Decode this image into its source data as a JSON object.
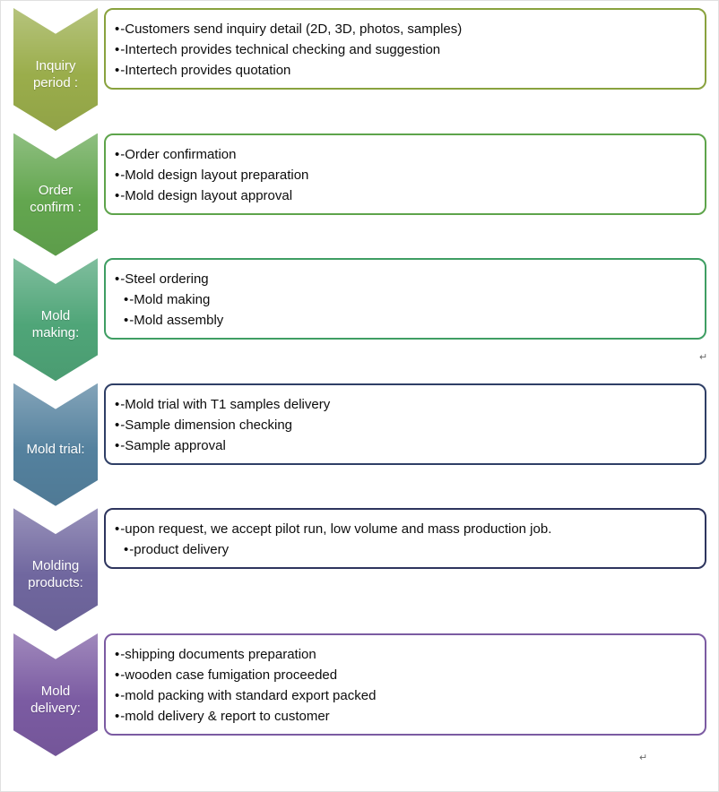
{
  "stages": [
    {
      "label": "Inquiry\nperiod :",
      "chevron_color": "#9aad4b",
      "border_color": "#89a23e",
      "bullets": [
        {
          "indent": 0,
          "text": "-Customers send inquiry detail (2D, 3D, photos, samples)"
        },
        {
          "indent": 0,
          "text": "-Intertech provides technical checking and suggestion"
        },
        {
          "indent": 0,
          "text": "-Intertech provides quotation"
        }
      ]
    },
    {
      "label": "Order\nconfirm :",
      "chevron_color": "#63a64f",
      "border_color": "#5ea44b",
      "bullets": [
        {
          "indent": 0,
          "text": "-Order confirmation"
        },
        {
          "indent": 0,
          "text": "-Mold design layout preparation"
        },
        {
          "indent": 0,
          "text": "-Mold design layout approval"
        }
      ]
    },
    {
      "label": "Mold\nmaking:",
      "chevron_color": "#4fa578",
      "border_color": "#3f9e63",
      "bullets": [
        {
          "indent": 0,
          "text": "-Steel ordering"
        },
        {
          "indent": 1,
          "text": "-Mold making"
        },
        {
          "indent": 1,
          "text": "-Mold assembly"
        }
      ]
    },
    {
      "label": "Mold trial:",
      "chevron_color": "#54819e",
      "border_color": "#2f3f66",
      "bullets": [
        {
          "indent": 0,
          "text": "-Mold trial with T1 samples delivery"
        },
        {
          "indent": 0,
          "text": "-Sample dimension checking"
        },
        {
          "indent": 0,
          "text": "-Sample approval"
        }
      ]
    },
    {
      "label": "Molding\nproducts:",
      "chevron_color": "#70679f",
      "border_color": "#2e355e",
      "bullets": [
        {
          "indent": 0,
          "text": "-upon request, we accept pilot run, low volume and mass production job."
        },
        {
          "indent": 1,
          "text": "-product delivery"
        }
      ]
    },
    {
      "label": "Mold\ndelivery:",
      "chevron_color": "#7b5ba2",
      "border_color": "#7b5ba2",
      "bullets": [
        {
          "indent": 0,
          "text": "-shipping documents preparation"
        },
        {
          "indent": 0,
          "text": "-wooden case fumigation proceeded"
        },
        {
          "indent": 0,
          "text": "-mold packing with standard export packed"
        },
        {
          "indent": 0,
          "text": "-mold delivery & report to customer"
        }
      ]
    }
  ],
  "bullet_glyph": "•",
  "artifacts": [
    {
      "glyph": "↵"
    },
    {
      "glyph": "↵"
    }
  ]
}
